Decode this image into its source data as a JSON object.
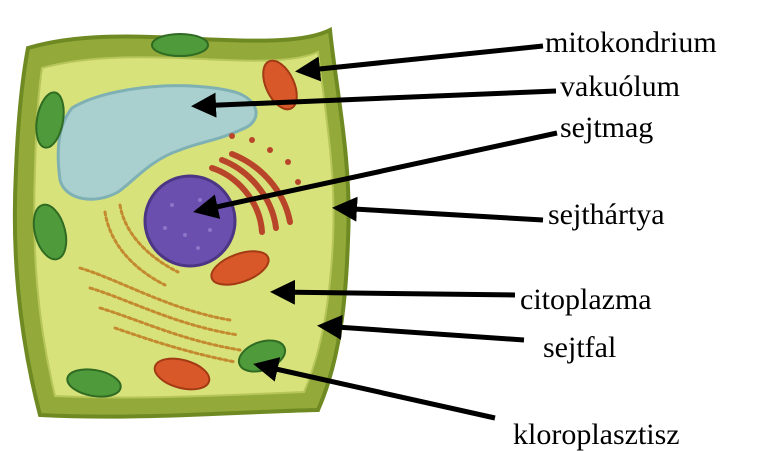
{
  "labels": {
    "mitokondrium": "mitokondrium",
    "vakuolum": "vakuólum",
    "sejtmag": "sejtmag",
    "sejthartya": "sejthártya",
    "citoplazma": "citoplazma",
    "sejtfal": "sejtfal",
    "kloroplasztisz": "kloroplasztisz"
  },
  "colors": {
    "cell_wall": "#93a93a",
    "cell_wall_dark": "#6f8a22",
    "cytoplasm": "#d8e27a",
    "vacuole": "#a9cfcf",
    "nucleus": "#6a4fae",
    "mitochondrion": "#d9582a",
    "chloroplast": "#4f9a3a",
    "er": "#c48a2f",
    "golgi": "#b8452a",
    "arrow": "#000000"
  }
}
